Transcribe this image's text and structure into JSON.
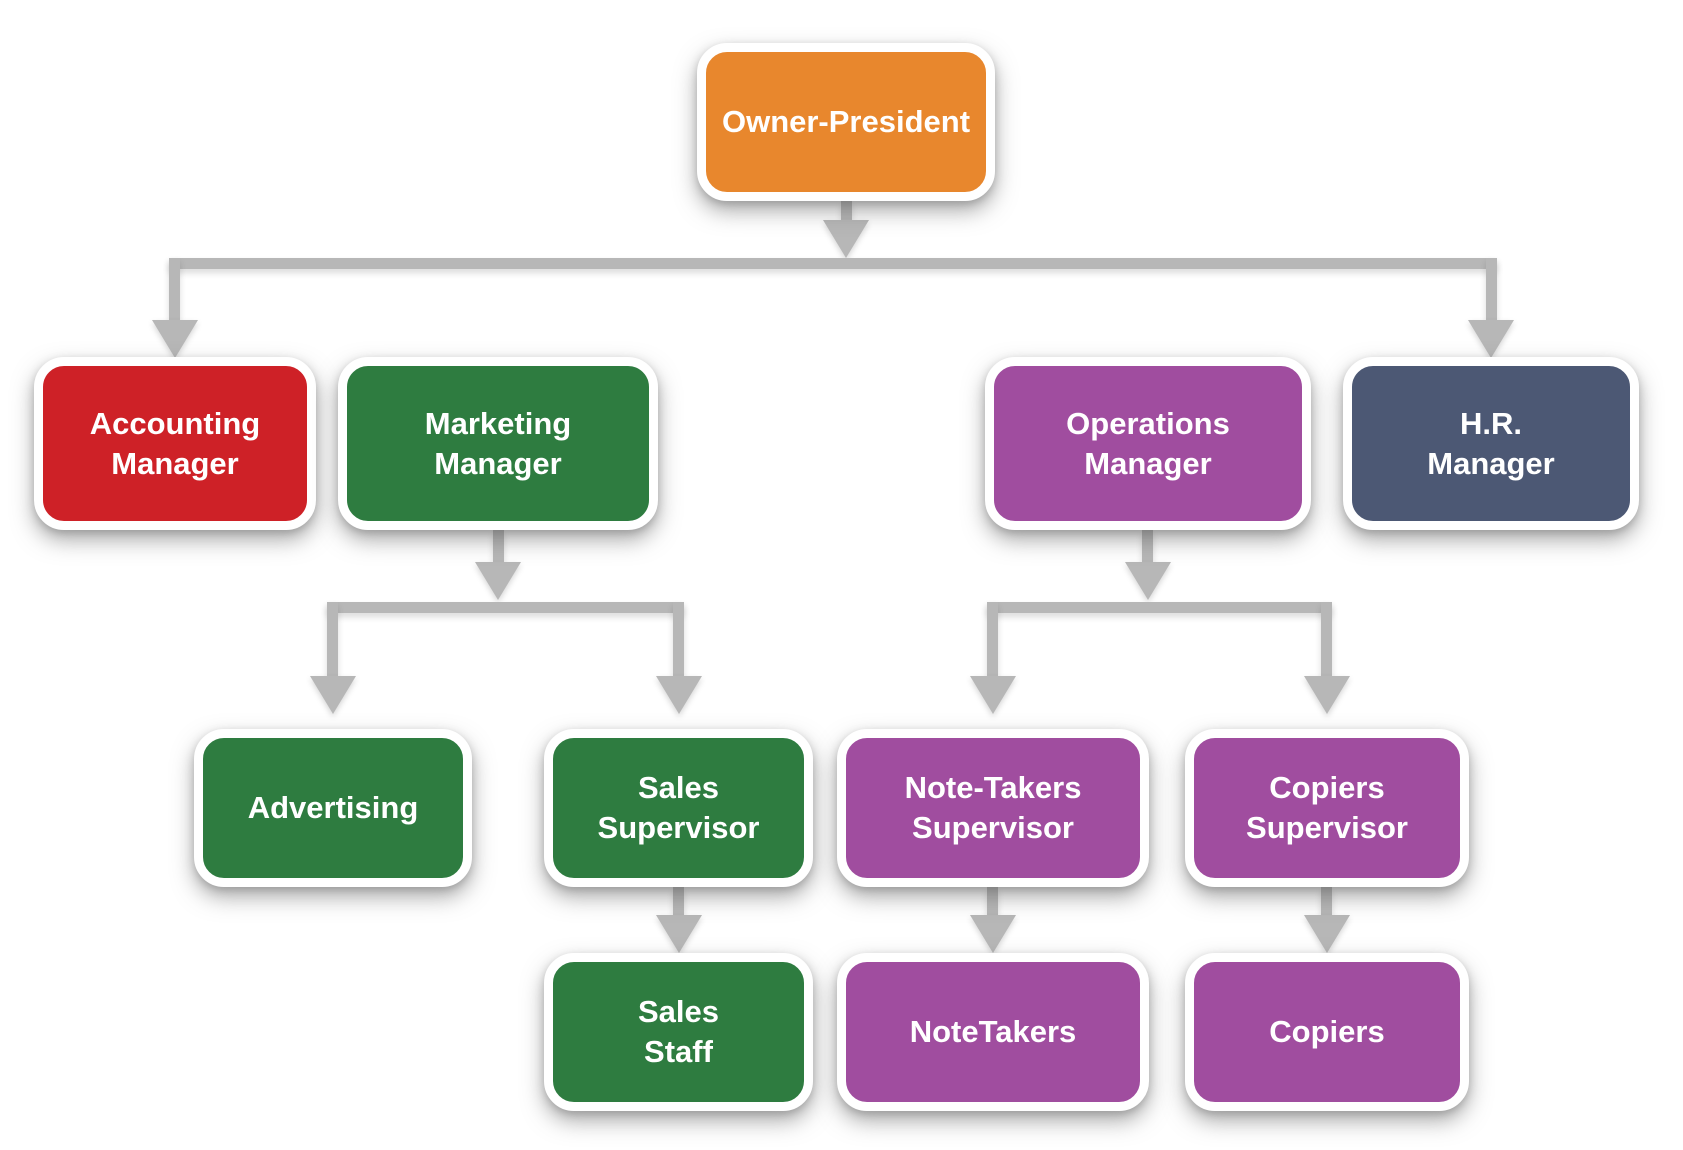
{
  "diagram": {
    "type": "org-chart",
    "background_color": "#FFFFFF",
    "connector_color": "#B7B7B7",
    "text_color": "#FFFFFF",
    "colors": {
      "orange": "#E8872D",
      "red": "#CE2127",
      "green": "#2E7C40",
      "purple": "#A04D9F",
      "slate": "#4C5874"
    },
    "nodes": {
      "owner": {
        "label": "Owner-President",
        "color": "#E8872D"
      },
      "accounting": {
        "label": "Accounting\nManager",
        "color": "#CE2127"
      },
      "marketing": {
        "label": "Marketing\nManager",
        "color": "#2E7C40"
      },
      "operations": {
        "label": "Operations\nManager",
        "color": "#A04D9F"
      },
      "hr": {
        "label": "H.R.\nManager",
        "color": "#4C5874"
      },
      "advertising": {
        "label": "Advertising",
        "color": "#2E7C40"
      },
      "sales_supervisor": {
        "label": "Sales\nSupervisor",
        "color": "#2E7C40"
      },
      "note_takers_supervisor": {
        "label": "Note-Takers\nSupervisor",
        "color": "#A04D9F"
      },
      "copiers_supervisor": {
        "label": "Copiers\nSupervisor",
        "color": "#A04D9F"
      },
      "sales_staff": {
        "label": "Sales\nStaff",
        "color": "#2E7C40"
      },
      "notetakers": {
        "label": "NoteTakers",
        "color": "#A04D9F"
      },
      "copiers": {
        "label": "Copiers",
        "color": "#A04D9F"
      }
    },
    "edges": [
      {
        "from": "owner",
        "to": "accounting"
      },
      {
        "from": "owner",
        "to": "marketing"
      },
      {
        "from": "owner",
        "to": "operations"
      },
      {
        "from": "owner",
        "to": "hr"
      },
      {
        "from": "marketing",
        "to": "advertising"
      },
      {
        "from": "marketing",
        "to": "sales_supervisor"
      },
      {
        "from": "operations",
        "to": "note_takers_supervisor"
      },
      {
        "from": "operations",
        "to": "copiers_supervisor"
      },
      {
        "from": "sales_supervisor",
        "to": "sales_staff"
      },
      {
        "from": "note_takers_supervisor",
        "to": "notetakers"
      },
      {
        "from": "copiers_supervisor",
        "to": "copiers"
      }
    ]
  }
}
